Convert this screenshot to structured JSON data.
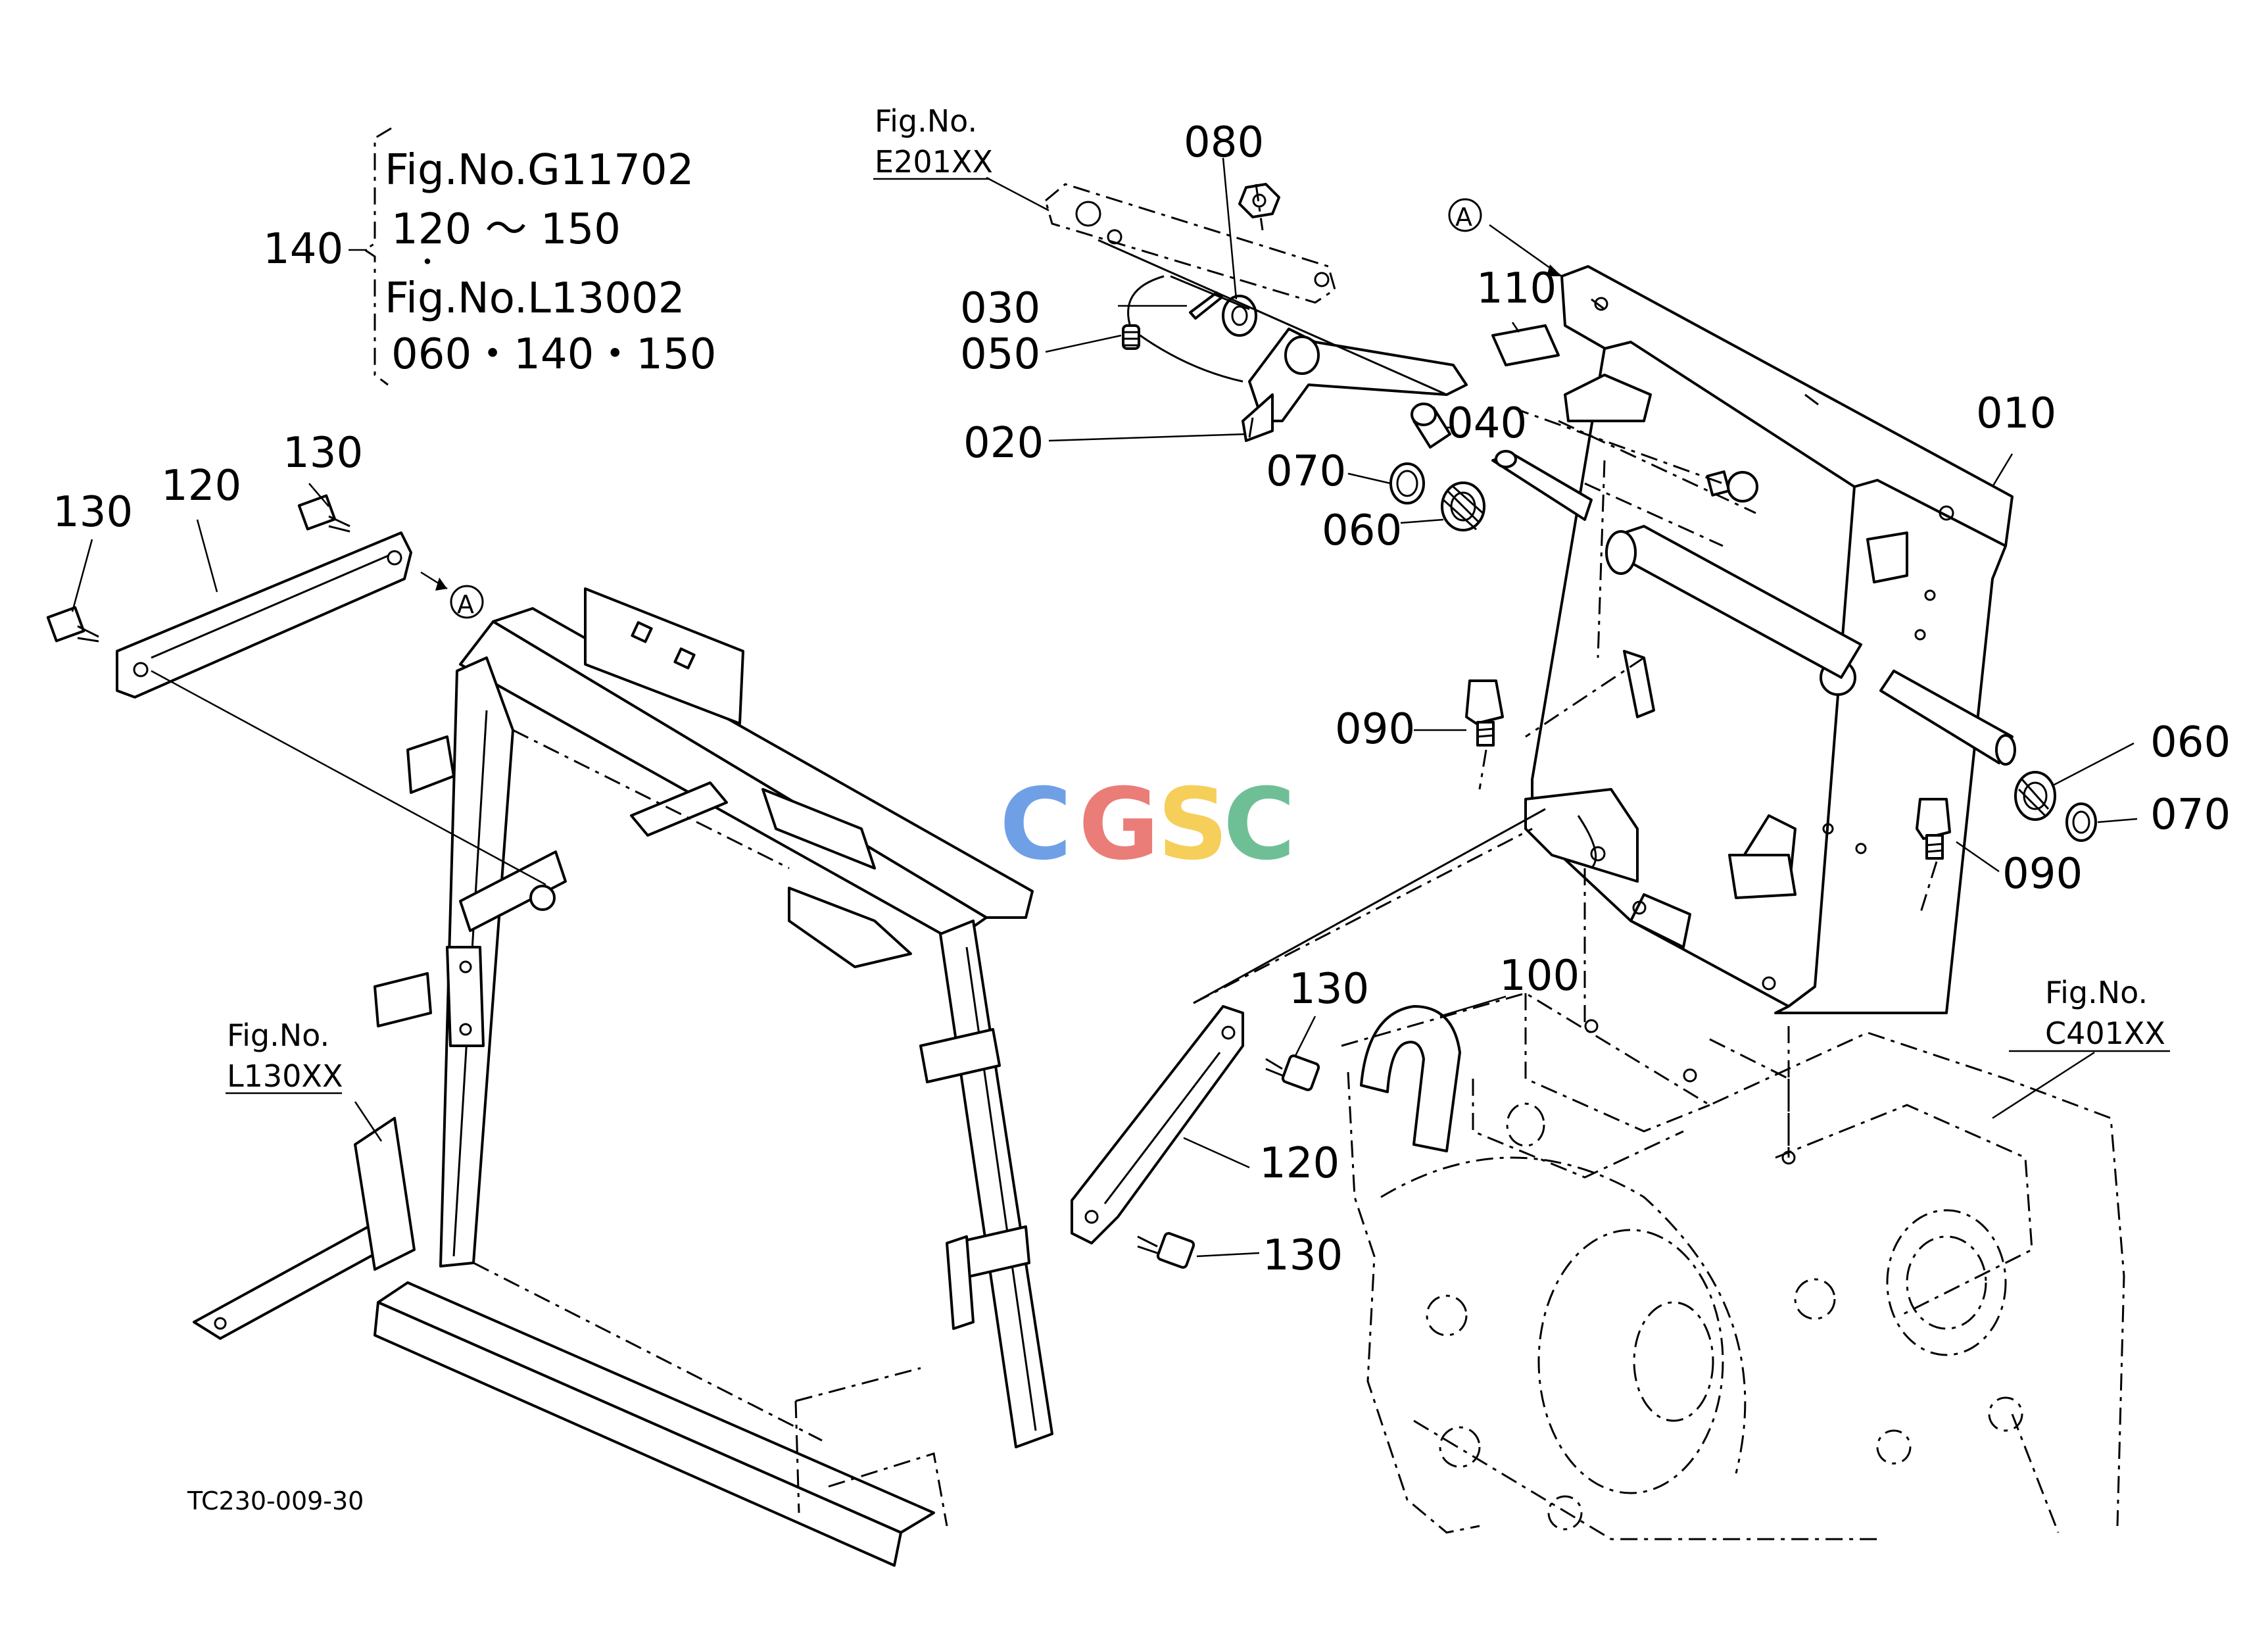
{
  "figure_code": "TC230-009-30",
  "watermark": {
    "letters": [
      "C",
      "G",
      "S",
      "C"
    ],
    "colors": [
      "#6fa0e6",
      "#ea7d78",
      "#f5cf5a",
      "#6fbf96"
    ]
  },
  "note": {
    "number": "140",
    "line1": "Fig.No.G11702",
    "line2": "120 ～ 150",
    "dot": "・",
    "line3": "Fig.No.L13002",
    "line4": "060・140・150"
  },
  "refs": {
    "e201": {
      "line1": "Fig.No.",
      "line2": "E201XX"
    },
    "l130": {
      "line1": "Fig.No.",
      "line2": "L130XX"
    },
    "c401": {
      "line1": "Fig.No.",
      "line2": "C401XX"
    }
  },
  "callout_symbol": "A",
  "parts": {
    "p010": "010",
    "p020": "020",
    "p030": "030",
    "p040": "040",
    "p050": "050",
    "p060a": "060",
    "p060b": "060",
    "p070a": "070",
    "p070b": "070",
    "p080": "080",
    "p090a": "090",
    "p090b": "090",
    "p100": "100",
    "p110": "110",
    "p120a": "120",
    "p120b": "120",
    "p130a": "130",
    "p130b": "130",
    "p130c": "130",
    "p130d": "130"
  }
}
